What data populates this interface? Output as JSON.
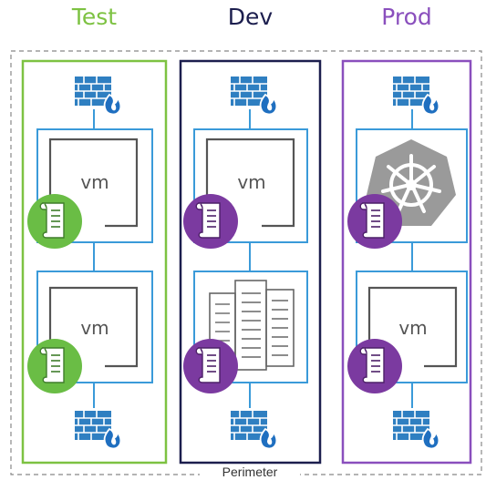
{
  "environments": [
    {
      "title": "Test",
      "color": "#7dc242",
      "workloads": [
        {
          "type": "vm",
          "label": "vm",
          "policy_color": "#6abd45"
        },
        {
          "type": "vm",
          "label": "vm",
          "policy_color": "#6abd45"
        }
      ],
      "firewalls": [
        "top"
      ]
    },
    {
      "title": "Dev",
      "color": "#1c1e4e",
      "workloads": [
        {
          "type": "vm",
          "label": "vm",
          "policy_color": "#7b3aa0"
        },
        {
          "type": "datacenter",
          "label": "",
          "policy_color": "#7b3aa0"
        }
      ],
      "firewalls": [
        "top",
        "bottom"
      ]
    },
    {
      "title": "Prod",
      "color": "#8a4fbd",
      "workloads": [
        {
          "type": "kubernetes",
          "label": "",
          "policy_color": "#7b3aa0"
        },
        {
          "type": "vm",
          "label": "vm",
          "policy_color": "#7b3aa0"
        }
      ],
      "firewalls": [
        "top",
        "bottom"
      ]
    }
  ],
  "test_bottom_firewall": true,
  "perimeter": {
    "label": "Perimeter"
  },
  "colors": {
    "workload_border": "#3a9ad9",
    "firewall_blue": "#2f7fc1",
    "flame": "#1f6fc0",
    "gray": "#555555"
  }
}
